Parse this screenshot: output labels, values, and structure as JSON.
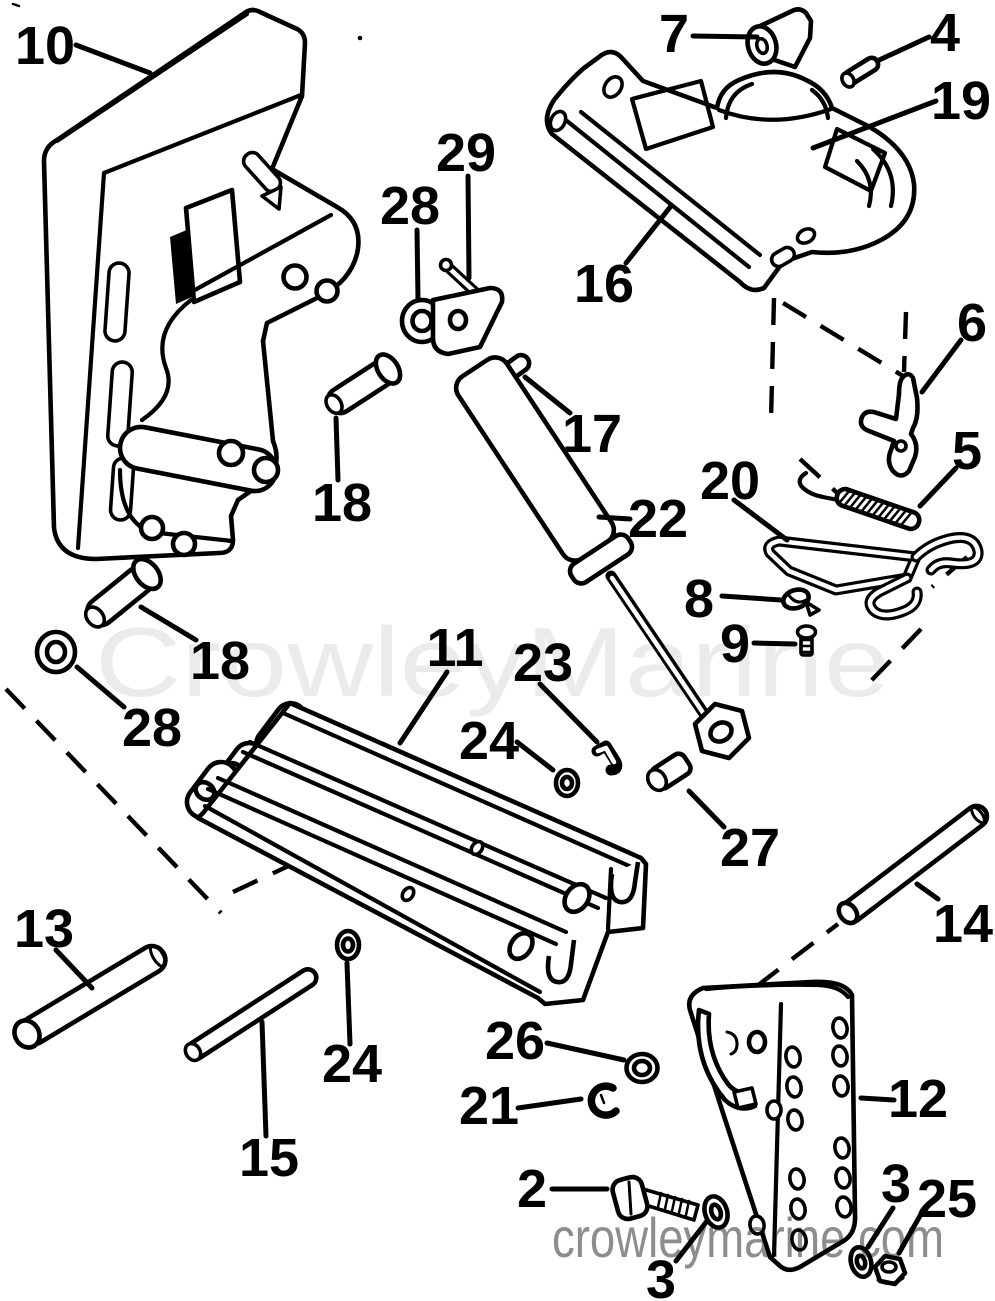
{
  "diagram": {
    "watermark_center": "CrowleyMarine",
    "watermark_bottom": "crowleymarine.com",
    "callouts": [
      "10",
      "7",
      "4",
      "19",
      "16",
      "29",
      "28",
      "6",
      "5",
      "17",
      "18",
      "22",
      "20",
      "8",
      "9",
      "18",
      "28",
      "11",
      "23",
      "24",
      "27",
      "13",
      "14",
      "24",
      "15",
      "26",
      "21",
      "12",
      "2",
      "3",
      "3",
      "25"
    ]
  }
}
